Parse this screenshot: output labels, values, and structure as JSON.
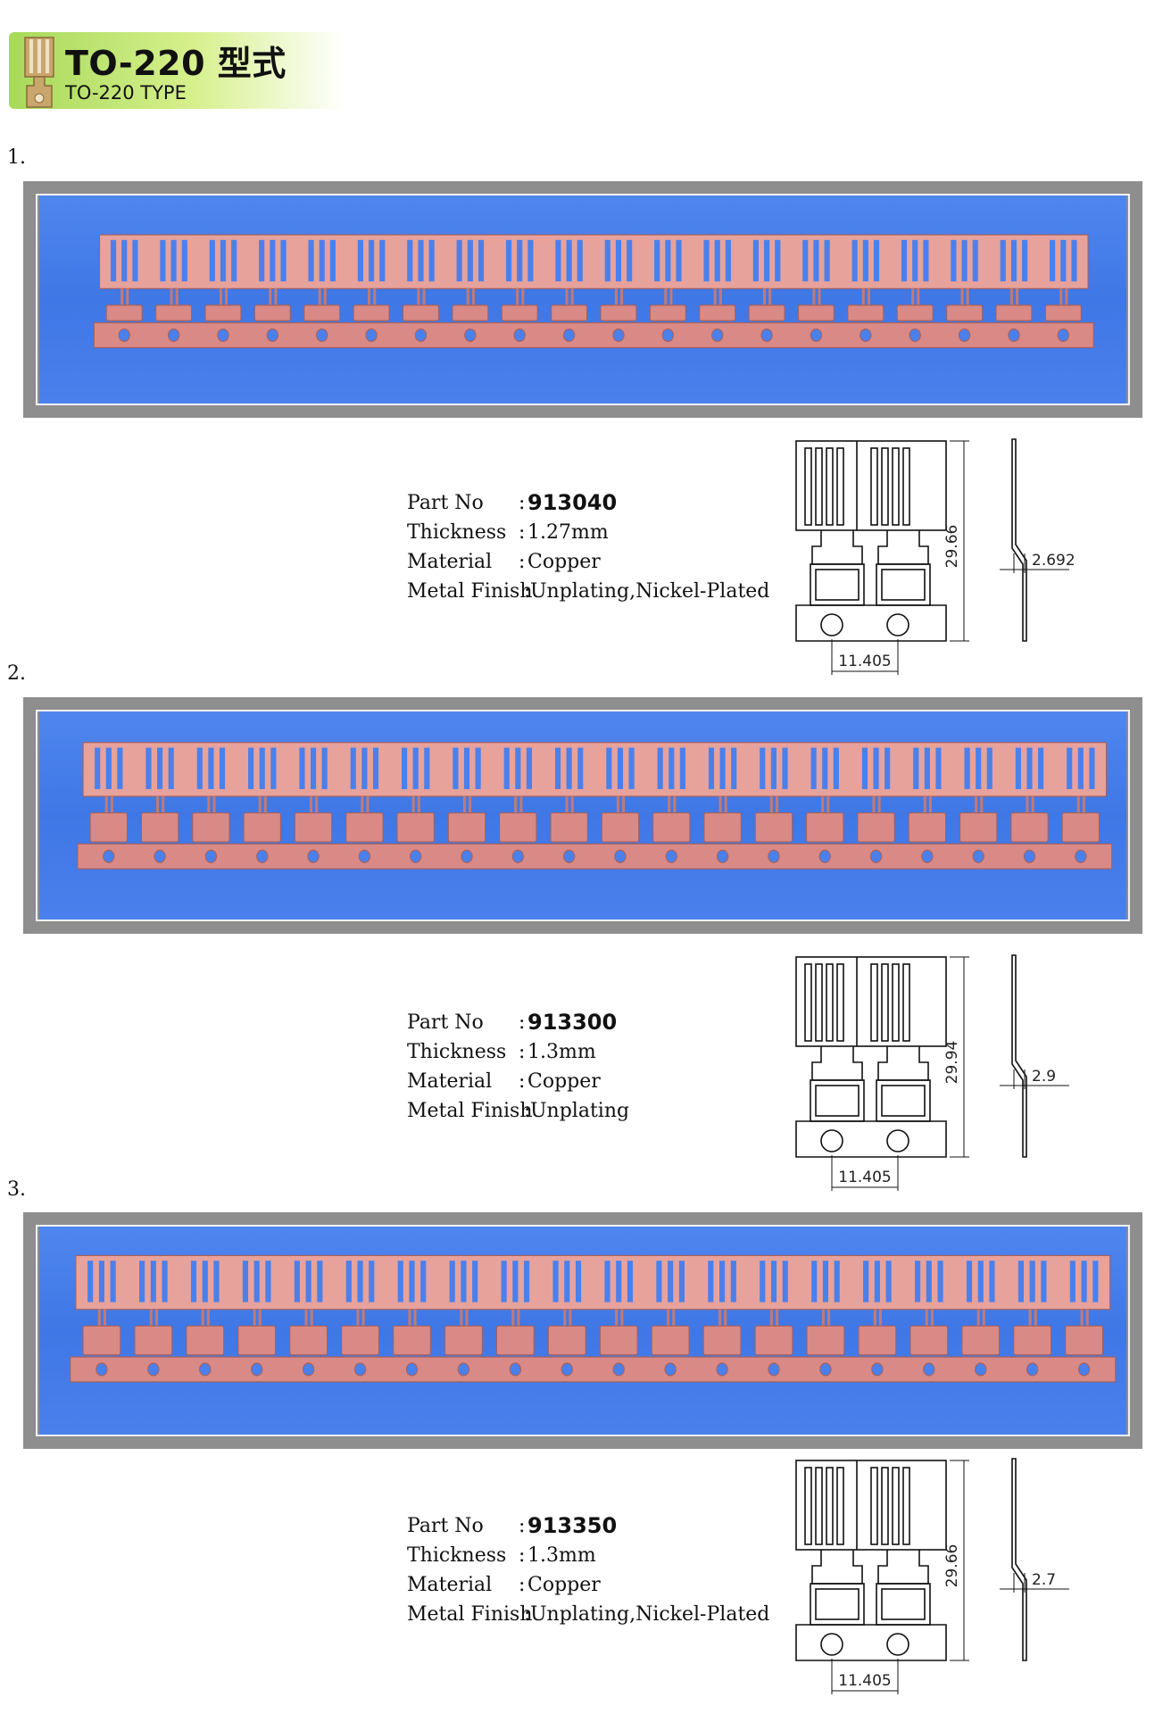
{
  "header": {
    "icon": "terminal-icon",
    "title": "TO-220 型式",
    "subtitle": "TO-220 TYPE",
    "accent_color": "#a7d95a"
  },
  "labels": {
    "part_no": "Part No",
    "thickness": "Thickness",
    "material": "Material",
    "metal_finish": "Metal Finish",
    "colon": ":"
  },
  "products": [
    {
      "index": "1.",
      "part_no": "913040",
      "thickness": "1.27mm",
      "material": "Copper",
      "metal_finish": "Unplating,Nickel-Plated",
      "dims": {
        "height": "29.66",
        "pitch": "11.405",
        "offset": "2.692"
      }
    },
    {
      "index": "2.",
      "part_no": "913300",
      "thickness": "1.3mm",
      "material": "Copper",
      "metal_finish": "Unplating",
      "dims": {
        "height": "29.94",
        "pitch": "11.405",
        "offset": "2.9"
      }
    },
    {
      "index": "3.",
      "part_no": "913350",
      "thickness": "1.3mm",
      "material": "Copper",
      "metal_finish": "Unplating,Nickel-Plated",
      "dims": {
        "height": "29.66",
        "pitch": "11.405",
        "offset": "2.7"
      }
    }
  ],
  "colors": {
    "frame": "#8e8e8e",
    "photo_background": "#4a80ec",
    "copper": "#d98a86"
  }
}
